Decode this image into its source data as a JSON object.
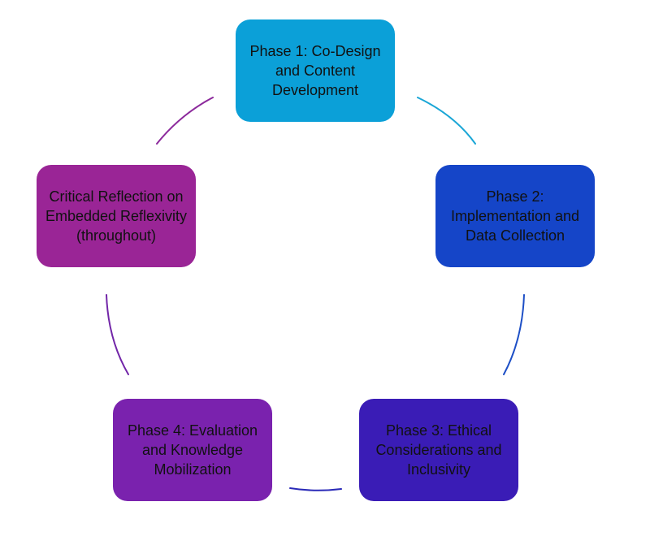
{
  "diagram": {
    "nodes": [
      {
        "id": "p1",
        "label": "Phase 1: Co-Design and Content Development",
        "color": "#0ba0d8"
      },
      {
        "id": "p2",
        "label": "Phase 2: Implementation and Data Collection",
        "color": "#1545c8"
      },
      {
        "id": "p3",
        "label": "Phase 3: Ethical Considerations and Inclusivity",
        "color": "#3a1cb6"
      },
      {
        "id": "p4",
        "label": "Phase 4: Evaluation and Knowledge Mobilization",
        "color": "#7a22ae"
      },
      {
        "id": "cr",
        "label": "Critical Reflection on Embedded Reflexivity (throughout)",
        "color": "#9a2596"
      }
    ],
    "connector_colors": [
      "#1aa6d6",
      "#1d4fc6",
      "#2a2ab8",
      "#7226a8",
      "#8c2a9c"
    ]
  }
}
